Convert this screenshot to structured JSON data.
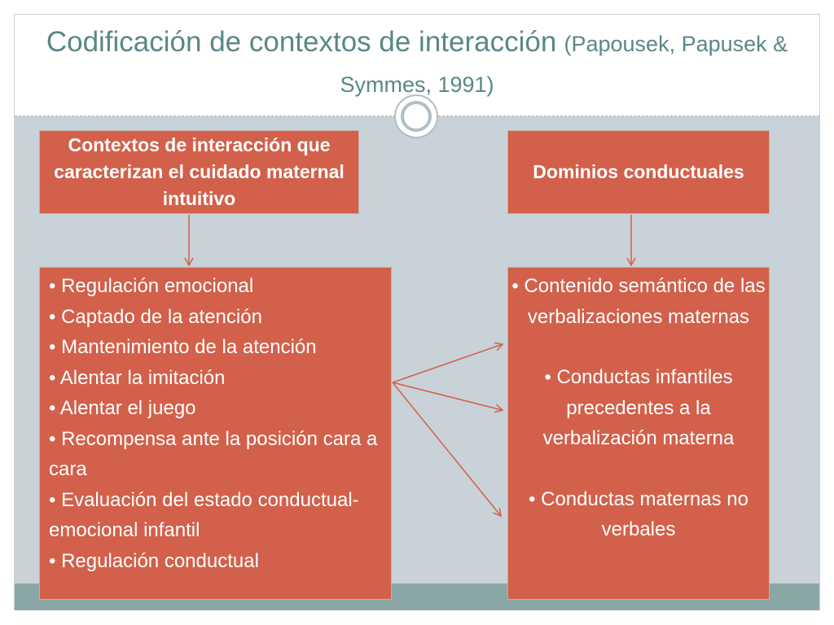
{
  "slide": {
    "title": "Codificación de contextos de interacción",
    "citation": "(Papousek, Papusek & Symmes, 1991)"
  },
  "boxes": {
    "contexts_header": "Contextos de interacción que caracterizan el cuidado maternal intuitivo",
    "domains_header": "Dominios conductuales"
  },
  "left_list": [
    "• Regulación emocional",
    "• Captado de la atención",
    "• Mantenimiento de la atención",
    "• Alentar la imitación",
    "• Alentar el juego",
    "• Recompensa ante la posición cara a cara",
    "• Evaluación del estado conductual-emocional infantil",
    "• Regulación conductual"
  ],
  "right_list": [
    "• Contenido semántico de las verbalizaciones maternas",
    "• Conductas infantiles precedentes a la verbalización materna",
    "• Conductas maternas no verbales"
  ],
  "colors": {
    "title_text": "#5a8787",
    "box_fill": "#d2604a",
    "content_background": "#c9d2d8",
    "bottom_band": "#8aa6a7",
    "arrow": "#d2604a"
  }
}
